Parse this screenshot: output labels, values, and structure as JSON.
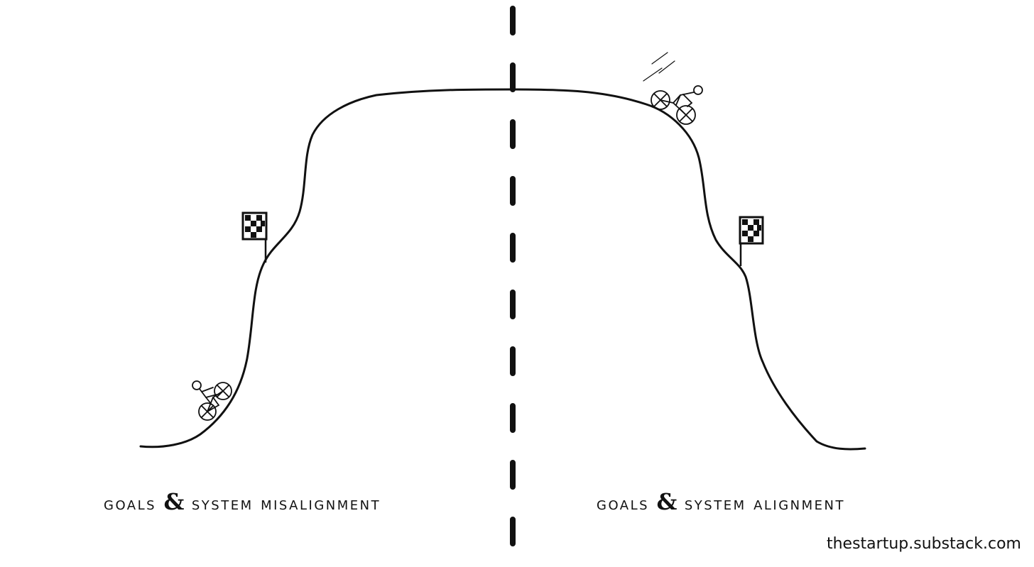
{
  "diagram": {
    "left_panel": {
      "caption_before": "goals",
      "caption_amp": "&",
      "caption_after": "system misalignment"
    },
    "right_panel": {
      "caption_before": "goals",
      "caption_amp": "&",
      "caption_after": "system alignment"
    },
    "credit": "thestartup.substack.com"
  }
}
